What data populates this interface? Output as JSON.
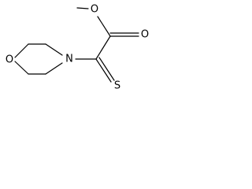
{
  "molecule": {
    "atoms": {
      "ring_oxygen": "O",
      "ring_nitrogen": "N",
      "thione_sulfur": "S",
      "ester_oxygen": "O",
      "carbonyl_oxygen": "O"
    }
  }
}
